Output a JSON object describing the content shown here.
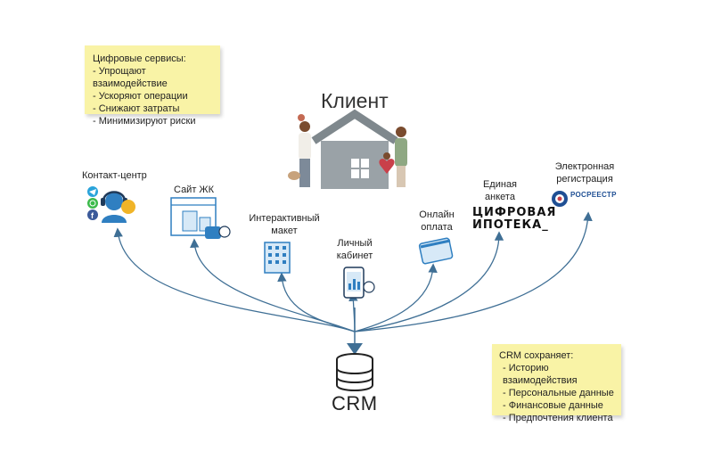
{
  "client": {
    "title": "Клиент"
  },
  "crm": {
    "title": "CRM"
  },
  "digital_services_note": {
    "title": "Цифровые сервисы:",
    "items": [
      "- Упрощают взаимодействие",
      "- Ускоряют операции",
      "- Снижают затраты",
      "- Минимизируют риски"
    ]
  },
  "crm_note": {
    "title": "CRM сохраняет:",
    "items": [
      "- Историю взаимодействия",
      "- Персональные данные",
      "- Финансовые данные",
      "- Предпочтения клиента"
    ]
  },
  "channels": {
    "contact_center": "Контакт-центр",
    "website": "Сайт ЖК",
    "interactive_model": [
      "Интерактивный",
      "макет"
    ],
    "personal_account": [
      "Личный",
      "кабинет"
    ],
    "online_payment": [
      "Онлайн",
      "оплата"
    ],
    "single_form": [
      "Единая",
      "анкета"
    ],
    "e_registration": [
      "Электронная",
      "регистрация"
    ]
  },
  "logos": {
    "ipoteka": [
      "ЦИФРОВАЯ",
      "ИПОТЕКА_"
    ],
    "rosreestr": "РОСРЕЕСТР"
  },
  "colors": {
    "note_bg": "#f9f3a6",
    "arrows": "#3f6f95",
    "icon_blue": "#2f7fc1",
    "icon_light": "#d7e9f7",
    "house": "#8c9499"
  },
  "icons": [
    "headset-operator-icon",
    "telegram-icon",
    "whatsapp-icon",
    "facebook-icon",
    "browser-window-icon",
    "building-icon",
    "smartphone-icon",
    "credit-card-icon",
    "database-icon",
    "house-icon",
    "rosreestr-emblem-icon"
  ]
}
